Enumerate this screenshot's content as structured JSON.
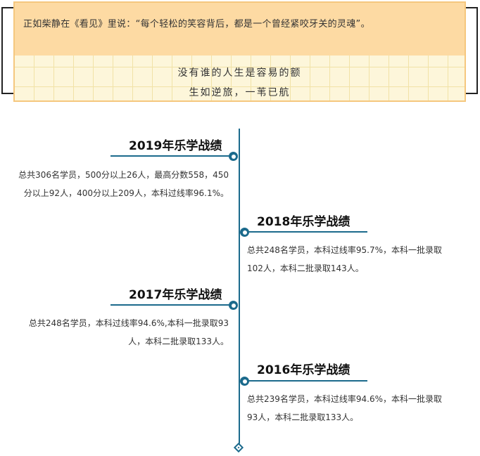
{
  "quote": {
    "header": "正如柴静在《看见》里说：“每个轻松的笑容背后，都是一个曾经紧咬牙关的灵魂”。",
    "line1": "没有谁的人生是容易的额",
    "line2": "生如逆旅，一苇已航"
  },
  "timeline": {
    "entries": [
      {
        "title": "2019年乐学战绩",
        "line1": "总共306名学员，500分以上26人，最高分数558，450",
        "line2": "分以上92人，400分以上209人，本科过线率96.1%。"
      },
      {
        "title": "2018年乐学战绩",
        "line1": "总共248名学员，本科过线率95.7%，本科一批录取",
        "line2": "102人，本科二批录取143人。"
      },
      {
        "title": "2017年乐学战绩",
        "line1": "总共248名学员，本科过线率94.6%,本科一批录取93",
        "line2": "人，本科二批录取133人。"
      },
      {
        "title": "2016年乐学战绩",
        "line1": "总共239名学员，本科过线率94.6%，本科一批录取",
        "line2": "93人，本科二批录取133人。"
      }
    ]
  },
  "colors": {
    "accent": "#1b6a8c",
    "card_header": "#fddaa3",
    "card_body": "#fdf6da",
    "card_border": "#f5c77e"
  }
}
